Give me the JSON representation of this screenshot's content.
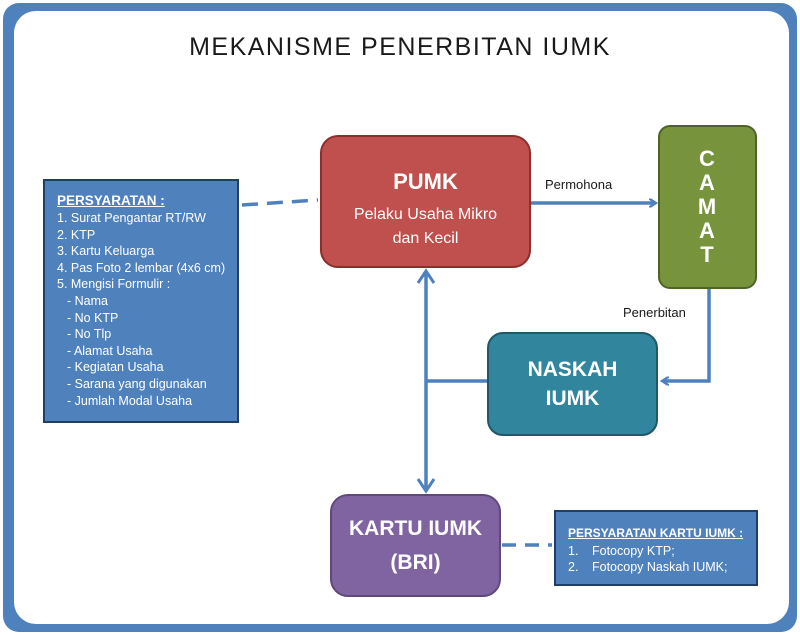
{
  "title": "MEKANISME PENERBITAN IUMK",
  "pumk": {
    "heading": "PUMK",
    "subtitle_line1": "Pelaku Usaha Mikro",
    "subtitle_line2": "dan Kecil"
  },
  "camat": {
    "letters": [
      "C",
      "A",
      "M",
      "A",
      "T"
    ]
  },
  "naskah": {
    "line1": "NASKAH",
    "line2": "IUMK"
  },
  "kartu": {
    "line1": "KARTU IUMK",
    "line2": "(BRI)"
  },
  "labels": {
    "permohonan": "Permohona",
    "penerbitan": "Penerbitan"
  },
  "persyaratan": {
    "title": "PERSYARATAN :",
    "items": [
      "1. Surat Pengantar RT/RW",
      "2. KTP",
      "3. Kartu Keluarga",
      "4. Pas Foto 2 lembar (4x6 cm)",
      "5. Mengisi Formulir :"
    ],
    "sub_items": [
      "-   Nama",
      "-   No KTP",
      "-   No Tlp",
      "-   Alamat Usaha",
      "-   Kegiatan Usaha",
      "-   Sarana yang digunakan",
      "-   Jumlah Modal Usaha"
    ]
  },
  "persyaratan_kartu": {
    "title": "PERSYARATAN KARTU IUMK :",
    "items": [
      {
        "num": "1.",
        "text": "Fotocopy KTP;"
      },
      {
        "num": "2.",
        "text": "Fotocopy Naskah IUMK;"
      }
    ]
  },
  "colors": {
    "frame": "#4f81bd",
    "pumk": "#c0504d",
    "camat": "#77933c",
    "naskah": "#31859c",
    "kartu": "#8064a2",
    "requirements": "#4f81bd",
    "connector": "#4f81bd"
  }
}
